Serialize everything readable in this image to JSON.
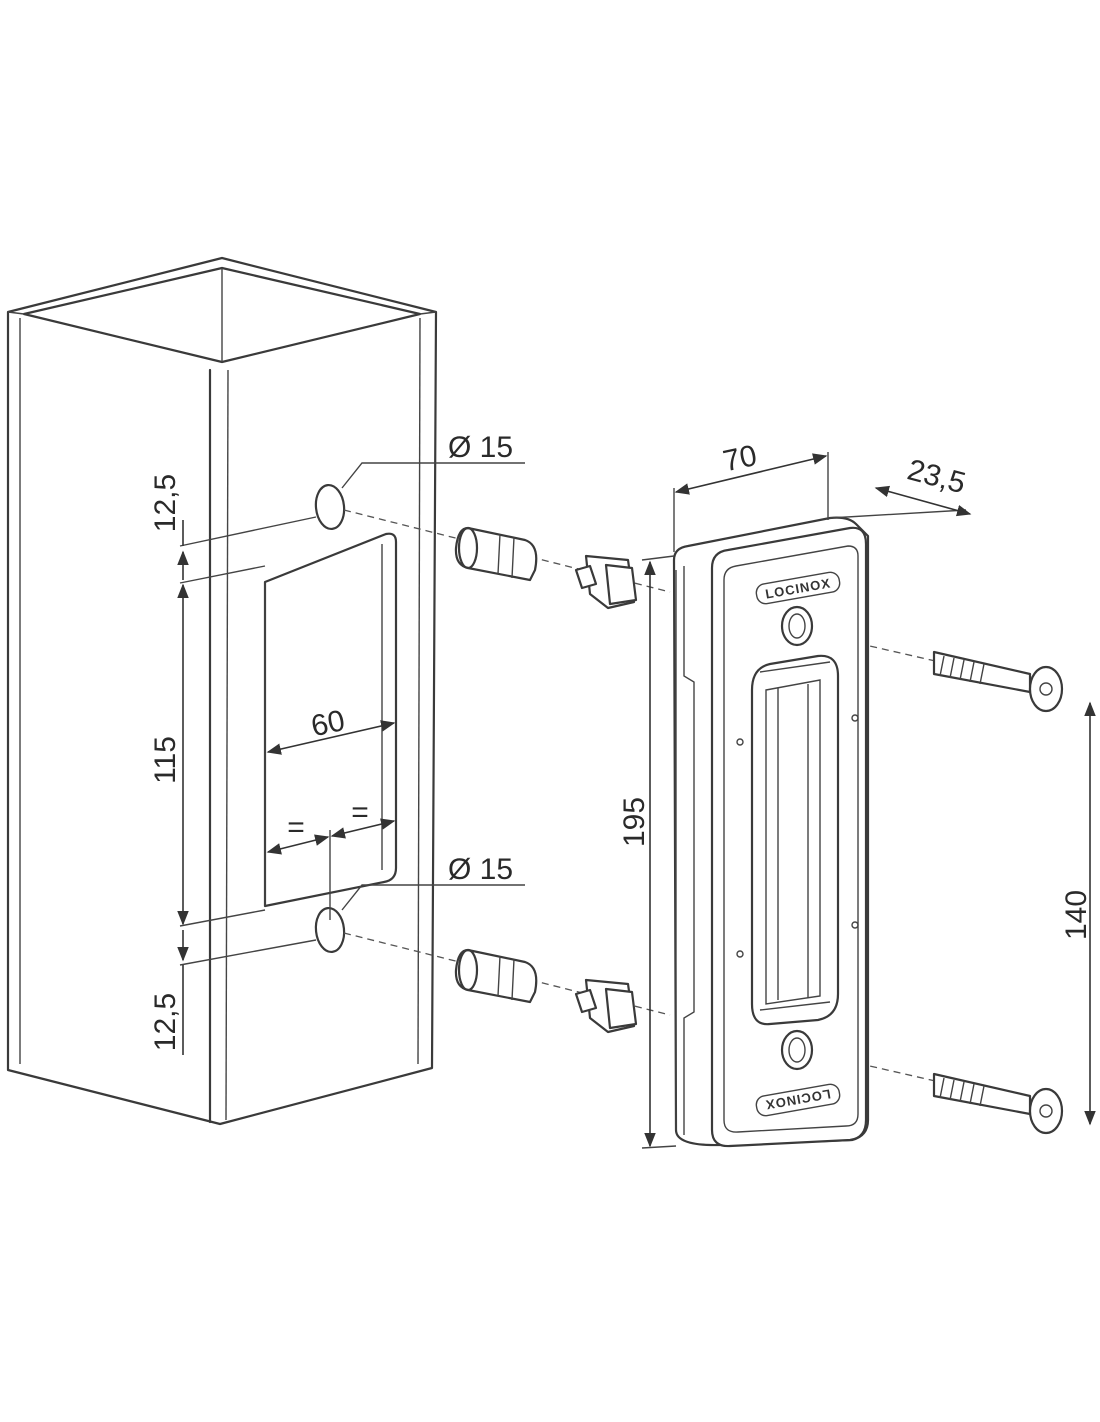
{
  "dimensions": {
    "hole_diameter_top": "Ø 15",
    "hole_diameter_bottom": "Ø 15",
    "top_offset": "12,5",
    "bottom_offset": "12,5",
    "cutout_height": "115",
    "cutout_width": "60",
    "equal_left": "=",
    "equal_right": "=",
    "keep_width": "70",
    "keep_depth": "23,5",
    "keep_height": "195",
    "screw_spacing": "140"
  },
  "branding": {
    "logo_top": "LOCINOX",
    "logo_bottom": "LOCINOX"
  }
}
